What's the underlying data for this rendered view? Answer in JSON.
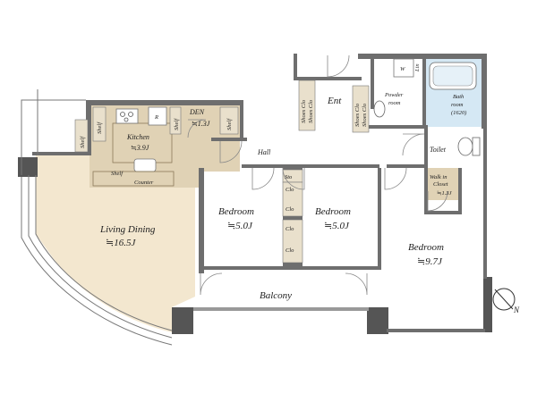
{
  "colors": {
    "living": "#f3e7cf",
    "wood": "#e0d2b5",
    "floor": "#ffffff",
    "wall": "#6e6e6e",
    "bath": "#d5e8f4",
    "line": "#777777"
  },
  "rooms": {
    "living": {
      "name": "Living Dining",
      "size": "≒16.5J"
    },
    "kitchen": {
      "name": "Kitchen",
      "size": "≒3.9J"
    },
    "den": {
      "name": "DEN",
      "size": "≒1.3J"
    },
    "bedroom1": {
      "name": "Bedroom",
      "size": "≒5.0J"
    },
    "bedroom2": {
      "name": "Bedroom",
      "size": "≒5.0J"
    },
    "bedroom3": {
      "name": "Bedroom",
      "size": "≒9.7J"
    },
    "balcony": {
      "name": "Balcony"
    },
    "hall": {
      "name": "Hall"
    },
    "entrance": {
      "name": "Ent"
    },
    "powder": {
      "name": "Powder\nroom"
    },
    "bath": {
      "name": "Bath\nroom\n(1620)"
    },
    "toilet": {
      "name": "Toilet"
    },
    "walkin": {
      "name": "Walk in\nCloset",
      "size": "≒1.3J"
    }
  },
  "labels": {
    "shelf": "Shelf",
    "counter": "Counter",
    "refrigerator": "R",
    "storage": "Sto",
    "closet": "Clo",
    "shoes_closet": "Shoes Clo",
    "washer": "W",
    "linen": "Lin"
  },
  "compass": {
    "north": "N"
  }
}
